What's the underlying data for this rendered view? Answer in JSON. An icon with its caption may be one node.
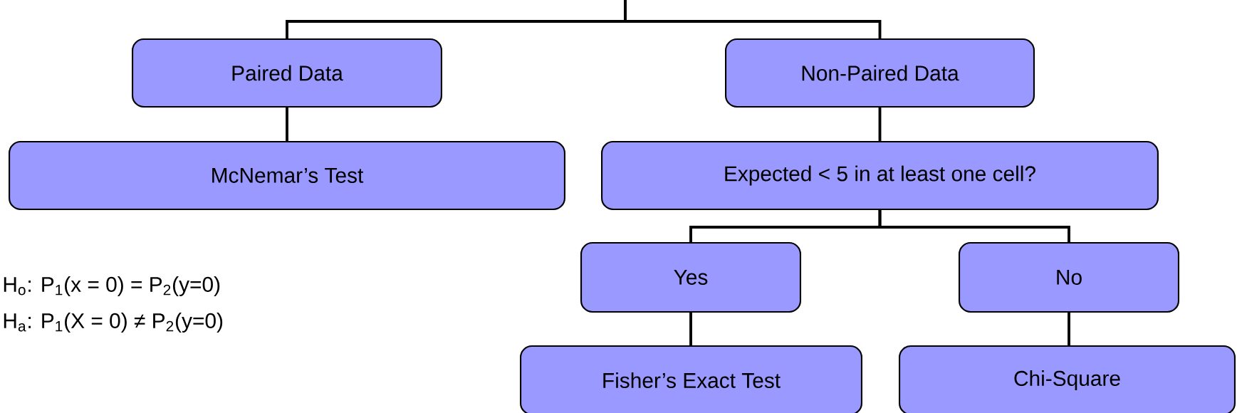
{
  "diagram": {
    "nodes": [
      {
        "text": [
          "Paired Data"
        ]
      },
      {
        "text": [
          "Non-Paired Data"
        ]
      },
      {
        "text": [
          "McNemar’s Test"
        ]
      },
      {
        "text": [
          "Expected < 5 in at least one cell?"
        ]
      },
      {
        "text": [
          "Yes"
        ]
      },
      {
        "text": [
          "No"
        ]
      },
      {
        "text": [
          "Fisher’s Exact Test"
        ]
      },
      {
        "text": [
          "Chi-Square"
        ]
      }
    ],
    "edges": [
      {
        "from": null,
        "to": 0,
        "arrow": "none"
      },
      {
        "from": null,
        "to": 1,
        "arrow": "none"
      },
      {
        "from": 0,
        "to": 2,
        "arrow": "none"
      },
      {
        "from": 1,
        "to": 3,
        "arrow": "none"
      },
      {
        "from": 3,
        "to": 4,
        "arrow": "none"
      },
      {
        "from": 3,
        "to": 5,
        "arrow": "none"
      },
      {
        "from": 4,
        "to": 6,
        "arrow": "none"
      },
      {
        "from": 5,
        "to": 7,
        "arrow": "none"
      }
    ],
    "labels": [
      "H$_{o}$: P$_{1}$(x = 0) = P$_{2}$(y=0)",
      "H$_{a}$: P$_{1}$(X = 0) ≠ P$_{2}$(y=0)"
    ]
  }
}
